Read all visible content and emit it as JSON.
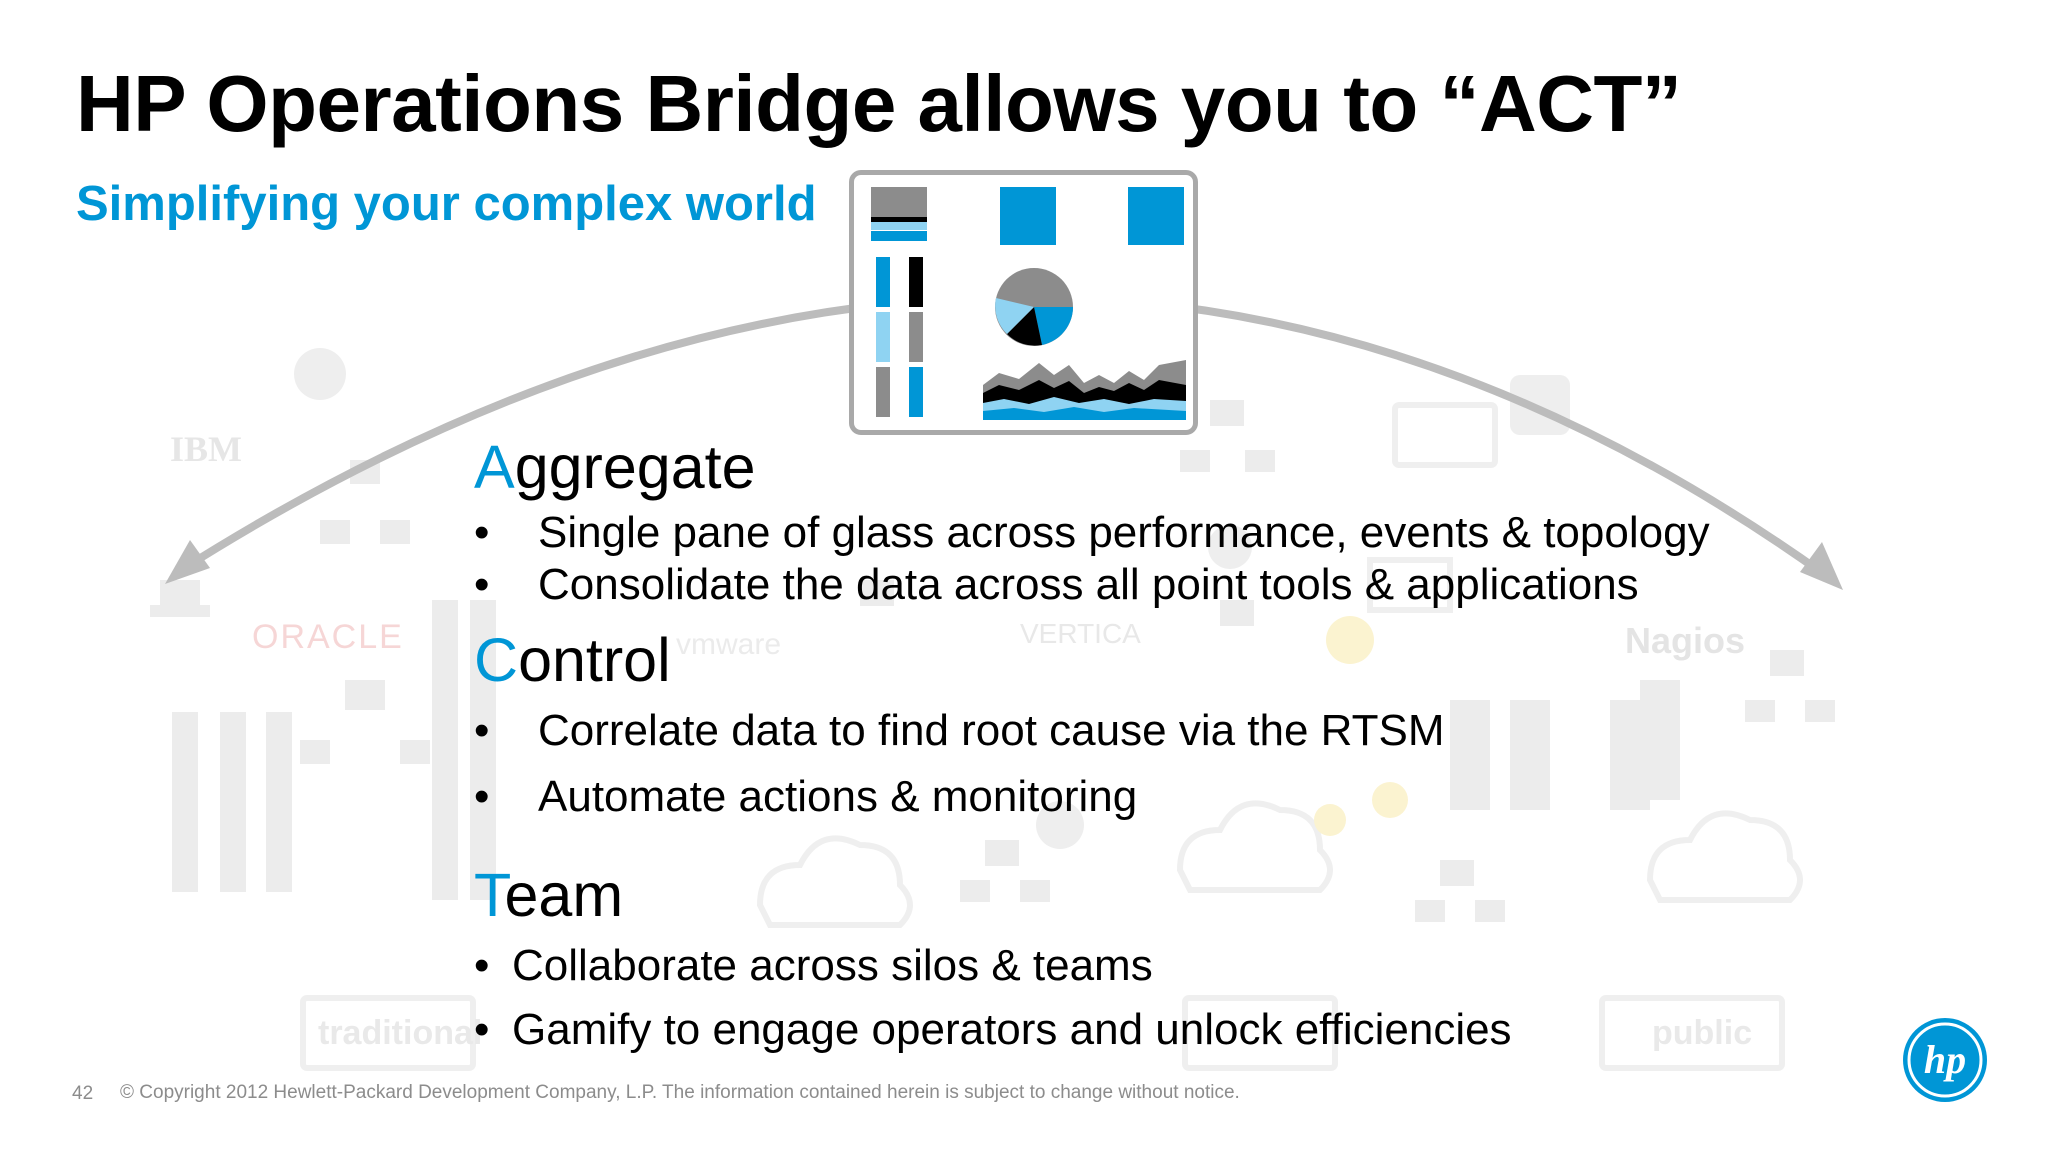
{
  "title": "HP Operations Bridge allows you to “ACT”",
  "subtitle": "Simplifying your complex world",
  "background_logos": {
    "ibm": "IBM",
    "oracle": "ORACLE",
    "vmware": "vmware",
    "vertica": "VERTICA",
    "nagios": "Nagios",
    "traditional": "traditional",
    "public": "public"
  },
  "sections": [
    {
      "initial": "A",
      "rest": "ggregate",
      "bullets": [
        "Single pane of glass across performance, events & topology",
        "Consolidate the data across all point tools & applications"
      ]
    },
    {
      "initial": "C",
      "rest": "ontrol",
      "bullets": [
        "Correlate data to find root cause via the RTSM",
        "Automate actions & monitoring"
      ]
    },
    {
      "initial": "T",
      "rest": "eam",
      "bullets": [
        "Collaborate across silos & teams",
        "Gamify to engage operators and unlock efficiencies"
      ]
    }
  ],
  "bullet_char": "•",
  "footer": {
    "page_number": "42",
    "copyright": "© Copyright 2012 Hewlett-Packard Development Company, L.P.  The information contained herein is subject to change without notice."
  },
  "colors": {
    "accent": "#0096d6",
    "light_blue": "#8fd3f2",
    "gray": "#8c8c8c",
    "arc": "#bdbdbd"
  },
  "icons": [
    "dashboard-icon",
    "hp-logo-icon"
  ]
}
